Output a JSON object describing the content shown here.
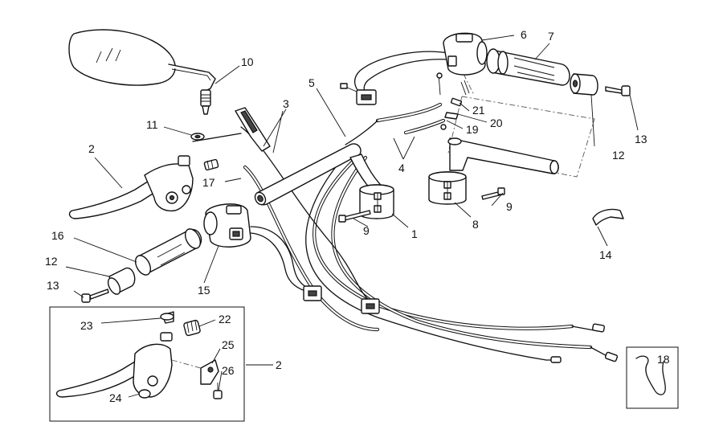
{
  "callouts": [
    {
      "id": "c1",
      "text": "1"
    },
    {
      "id": "c2a",
      "text": "2"
    },
    {
      "id": "c2b",
      "text": "2"
    },
    {
      "id": "c3",
      "text": "3"
    },
    {
      "id": "c4",
      "text": "4"
    },
    {
      "id": "c5",
      "text": "5"
    },
    {
      "id": "c6",
      "text": "6"
    },
    {
      "id": "c7",
      "text": "7"
    },
    {
      "id": "c8",
      "text": "8"
    },
    {
      "id": "c9a",
      "text": "9"
    },
    {
      "id": "c9b",
      "text": "9"
    },
    {
      "id": "c10",
      "text": "10"
    },
    {
      "id": "c11",
      "text": "11"
    },
    {
      "id": "c12a",
      "text": "12"
    },
    {
      "id": "c12b",
      "text": "12"
    },
    {
      "id": "c13a",
      "text": "13"
    },
    {
      "id": "c13b",
      "text": "13"
    },
    {
      "id": "c14",
      "text": "14"
    },
    {
      "id": "c15",
      "text": "15"
    },
    {
      "id": "c16",
      "text": "16"
    },
    {
      "id": "c17",
      "text": "17"
    },
    {
      "id": "c18",
      "text": "18"
    },
    {
      "id": "c19",
      "text": "19"
    },
    {
      "id": "c20",
      "text": "20"
    },
    {
      "id": "c21",
      "text": "21"
    },
    {
      "id": "c22",
      "text": "22"
    },
    {
      "id": "c23",
      "text": "23"
    },
    {
      "id": "c24",
      "text": "24"
    },
    {
      "id": "c25",
      "text": "25"
    },
    {
      "id": "c26",
      "text": "26"
    }
  ]
}
